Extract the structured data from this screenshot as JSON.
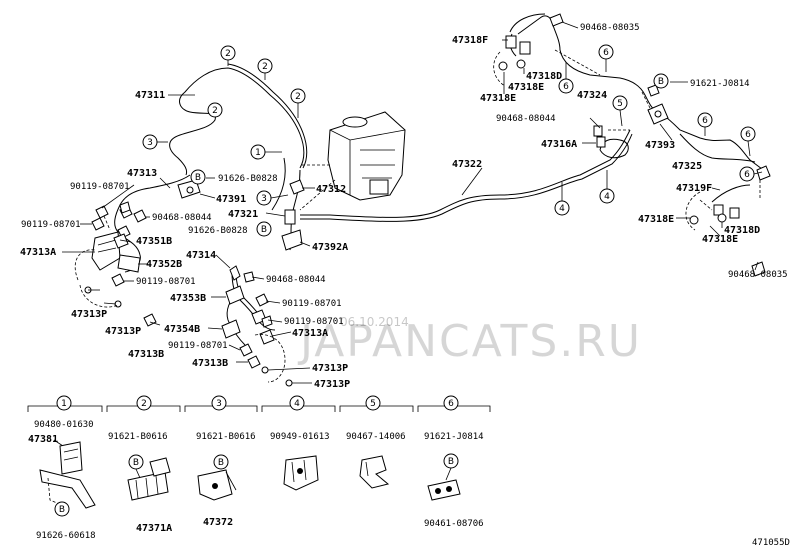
{
  "watermark": {
    "brand": "JAPANCATS.RU",
    "date": "06.10.2014"
  },
  "figure_code": "471055D",
  "parts": {
    "p47311": "47311",
    "p47313_top": "47313",
    "p90119_08701_a": "90119-08701",
    "p90119_08701_b": "90119-08701",
    "p47313A_left": "47313A",
    "p47351B": "47351B",
    "p90468_08044_a": "90468-08044",
    "p47391": "47391",
    "p91626_B0828_a": "91626-B0828",
    "p47312": "47312",
    "p47321": "47321",
    "p91626_B0828_b": "91626-B0828",
    "p47392A": "47392A",
    "p47314": "47314",
    "p47352B": "47352B",
    "p90119_08701_c": "90119-08701",
    "p90468_08044_b": "90468-08044",
    "p47353B": "47353B",
    "p90119_08701_d": "90119-08701",
    "p47313P_a": "47313P",
    "p47313P_b": "47313P",
    "p47313B_a": "47313B",
    "p47354B": "47354B",
    "p90119_08701_e": "90119-08701",
    "p47313A_right": "47313A",
    "p90119_08701_f": "90119-08701",
    "p47313B_b": "47313B",
    "p47313P_c": "47313P",
    "p47313P_d": "47313P",
    "p47322": "47322",
    "p47318F": "47318F",
    "p90468_08035_a": "90468-08035",
    "p47318D_a": "47318D",
    "p47318E_a": "47318E",
    "p47318E_b": "47318E",
    "p47324": "47324",
    "p91621_J0814": "91621-J0814",
    "p90468_08044_c": "90468-08044",
    "p47316A": "47316A",
    "p47393": "47393",
    "p47325": "47325",
    "p47319F": "47319F",
    "p47318E_c": "47318E",
    "p47318D_b": "47318D",
    "p47318E_d": "47318E",
    "p90468_08035_b": "90468-08035"
  },
  "legend": [
    {
      "num": "1",
      "part": "90480-01630",
      "sub_a": "47381",
      "sub_b": "91626-60618"
    },
    {
      "num": "2",
      "part": "91621-B0616",
      "sub_b": "47371A"
    },
    {
      "num": "3",
      "part": "91621-B0616",
      "sub_b": "47372"
    },
    {
      "num": "4",
      "part": "90949-01613"
    },
    {
      "num": "5",
      "part": "90467-14006"
    },
    {
      "num": "6",
      "part": "91621-J0814",
      "sub_b": "90461-08706"
    }
  ],
  "callout_b": "B"
}
